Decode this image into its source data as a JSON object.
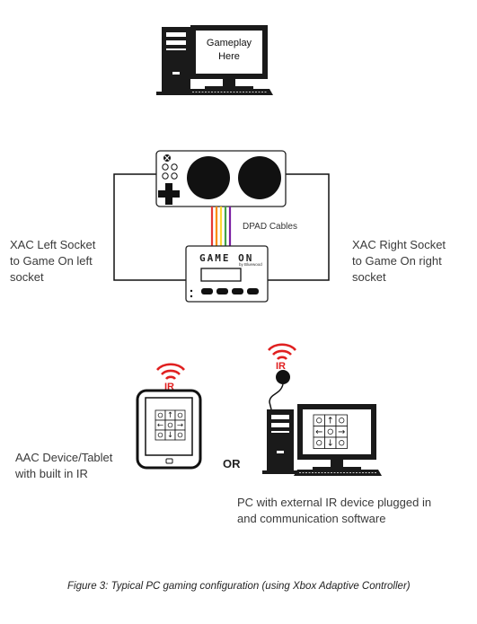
{
  "top_pc": {
    "screen_lines": [
      "Gameplay",
      "Here"
    ]
  },
  "xac": {
    "left_socket_lines": [
      "XAC Left Socket",
      "to Game On left",
      "socket"
    ],
    "right_socket_lines": [
      "XAC Right Socket",
      "to Game On right",
      "socket"
    ]
  },
  "dpad": {
    "label": "DPAD Cables",
    "cable_colors": [
      "#e53935",
      "#fb8c00",
      "#fdd835",
      "#43a047",
      "#7b1fa2"
    ]
  },
  "game_on": {
    "logo": "GAME ON",
    "brand": "by Bluewood"
  },
  "ir": {
    "label": "IR",
    "color": "#e02020"
  },
  "aac": {
    "label_lines": [
      "AAC Device/Tablet",
      "with built in IR"
    ]
  },
  "or_label": "OR",
  "pc_ir": {
    "label_lines": [
      "PC with external IR device plugged in",
      "and communication software"
    ]
  },
  "arrows": {
    "up": "↑",
    "down": "↓",
    "left": "←",
    "right": "→"
  },
  "caption": "Figure 3: Typical PC gaming configuration (using Xbox Adaptive Controller)"
}
